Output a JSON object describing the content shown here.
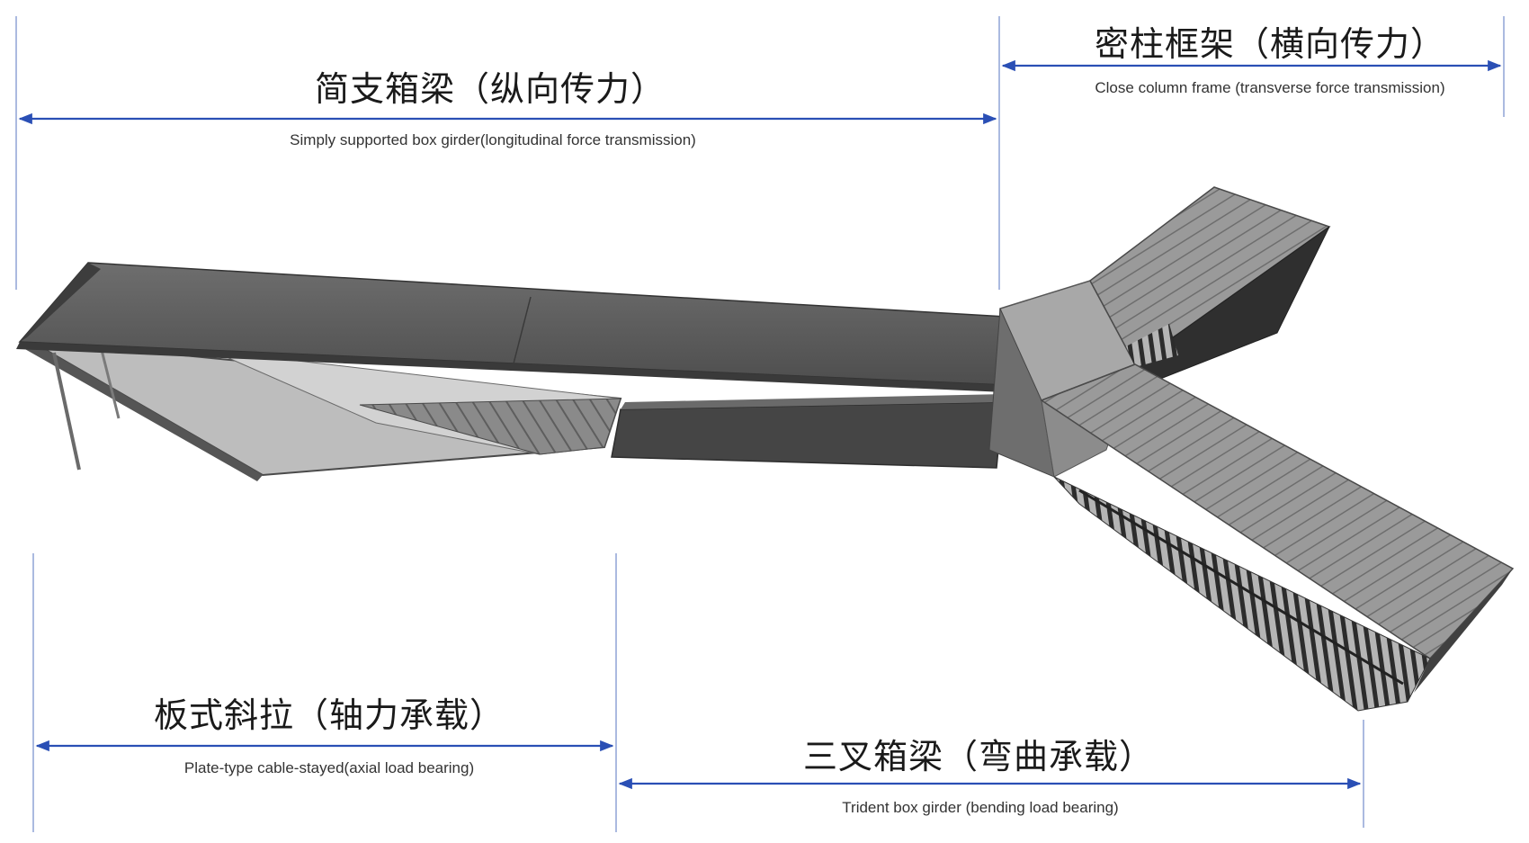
{
  "colors": {
    "dimension_line": "#2a4fb5",
    "guide_line": "#8fa3d6",
    "deck_dark": "#5a5a5a",
    "deck_mid": "#7a7a7a",
    "deck_light": "#b9b9b9",
    "frame_dark": "#3a3a3a"
  },
  "labels": {
    "simply_supported": {
      "zh": "简支箱梁（纵向传力）",
      "en": "Simply supported box girder(longitudinal force transmission)"
    },
    "close_column": {
      "zh": "密柱框架（横向传力）",
      "en": "Close column frame (transverse force transmission)"
    },
    "plate_cable": {
      "zh": "板式斜拉（轴力承载）",
      "en": "Plate-type cable-stayed(axial load bearing)"
    },
    "trident": {
      "zh": "三叉箱梁（弯曲承载）",
      "en": "Trident box girder (bending load bearing)"
    }
  }
}
